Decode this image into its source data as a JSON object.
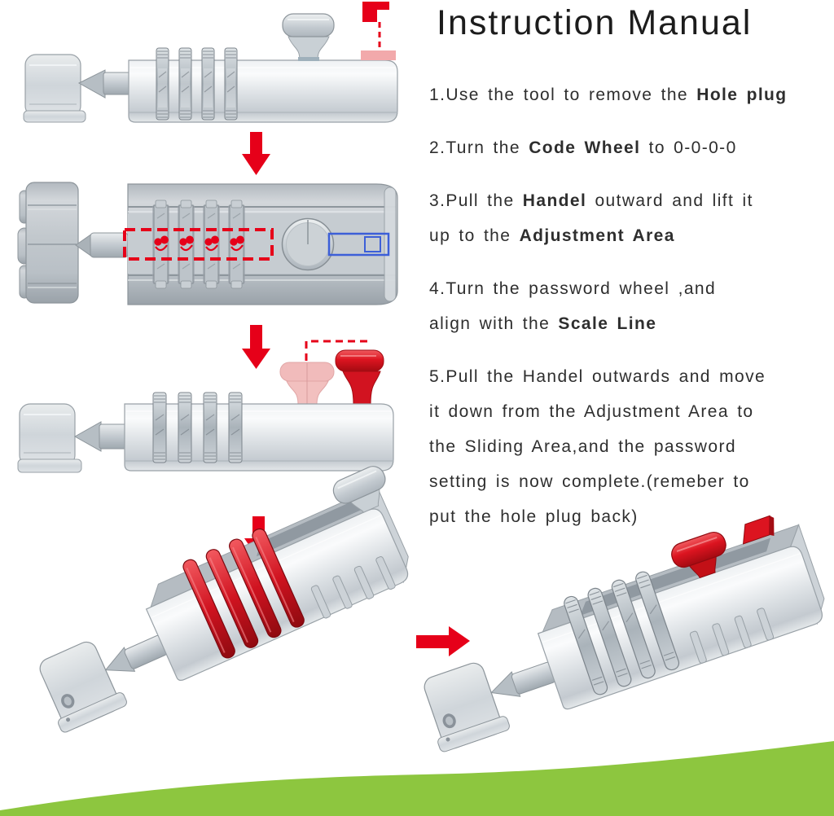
{
  "title": "Instruction Manual",
  "steps": [
    {
      "segments": [
        {
          "t": "1.Use the tool to remove the ",
          "b": false
        },
        {
          "t": "Hole plug",
          "b": true
        }
      ]
    },
    {
      "segments": [
        {
          "t": "2.Turn the ",
          "b": false
        },
        {
          "t": "Code Wheel",
          "b": true
        },
        {
          "t": " to 0-0-0-0",
          "b": false
        }
      ]
    },
    {
      "segments": [
        {
          "t": "3.Pull the ",
          "b": false
        },
        {
          "t": "Handel",
          "b": true
        },
        {
          "t": " outward and lift it\nup to the ",
          "b": false
        },
        {
          "t": "Adjustment Area",
          "b": true
        }
      ]
    },
    {
      "segments": [
        {
          "t": "4.Turn the password wheel ,and\nalign with the ",
          "b": false
        },
        {
          "t": "Scale Line",
          "b": true
        }
      ]
    },
    {
      "segments": [
        {
          "t": "5.Pull the Handel outwards and move\nit down from the Adjustment Area to\nthe Sliding Area,and the password\nsetting is now complete.(remeber to\nput the hole plug back)",
          "b": false
        }
      ]
    }
  ],
  "colors": {
    "red": "#e60019",
    "dark_red": "#a30c13",
    "pink": "#f2a9ab",
    "blue": "#3c5fd8",
    "green": "#8dc63f",
    "body_gray": "#d6dbdf",
    "text": "#2e2e2e"
  }
}
